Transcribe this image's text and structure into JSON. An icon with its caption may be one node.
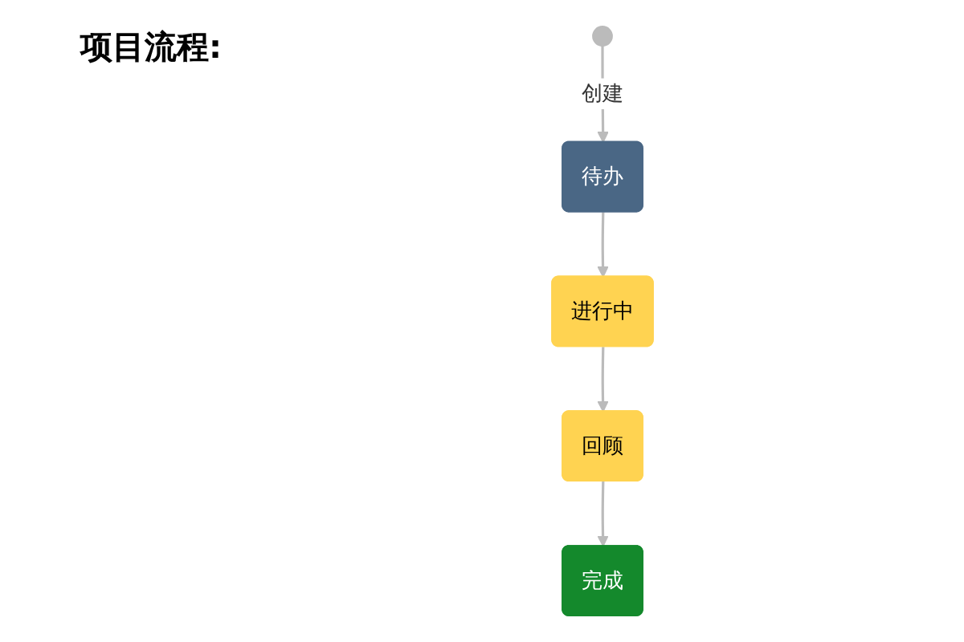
{
  "diagram": {
    "title": "项目流程:",
    "nodes": [
      {
        "text": [],
        "shape": "circle"
      },
      {
        "text": [
          "待办"
        ]
      },
      {
        "text": [
          "进行中"
        ]
      },
      {
        "text": [
          "回顾"
        ]
      },
      {
        "text": [
          "完成"
        ]
      }
    ],
    "edges": [
      {
        "from": 0,
        "to": 1,
        "arrow": "to",
        "label": "创建"
      },
      {
        "from": 1,
        "to": 2,
        "arrow": "to"
      },
      {
        "from": 2,
        "to": 3,
        "arrow": "to"
      },
      {
        "from": 3,
        "to": 4,
        "arrow": "to"
      }
    ]
  }
}
